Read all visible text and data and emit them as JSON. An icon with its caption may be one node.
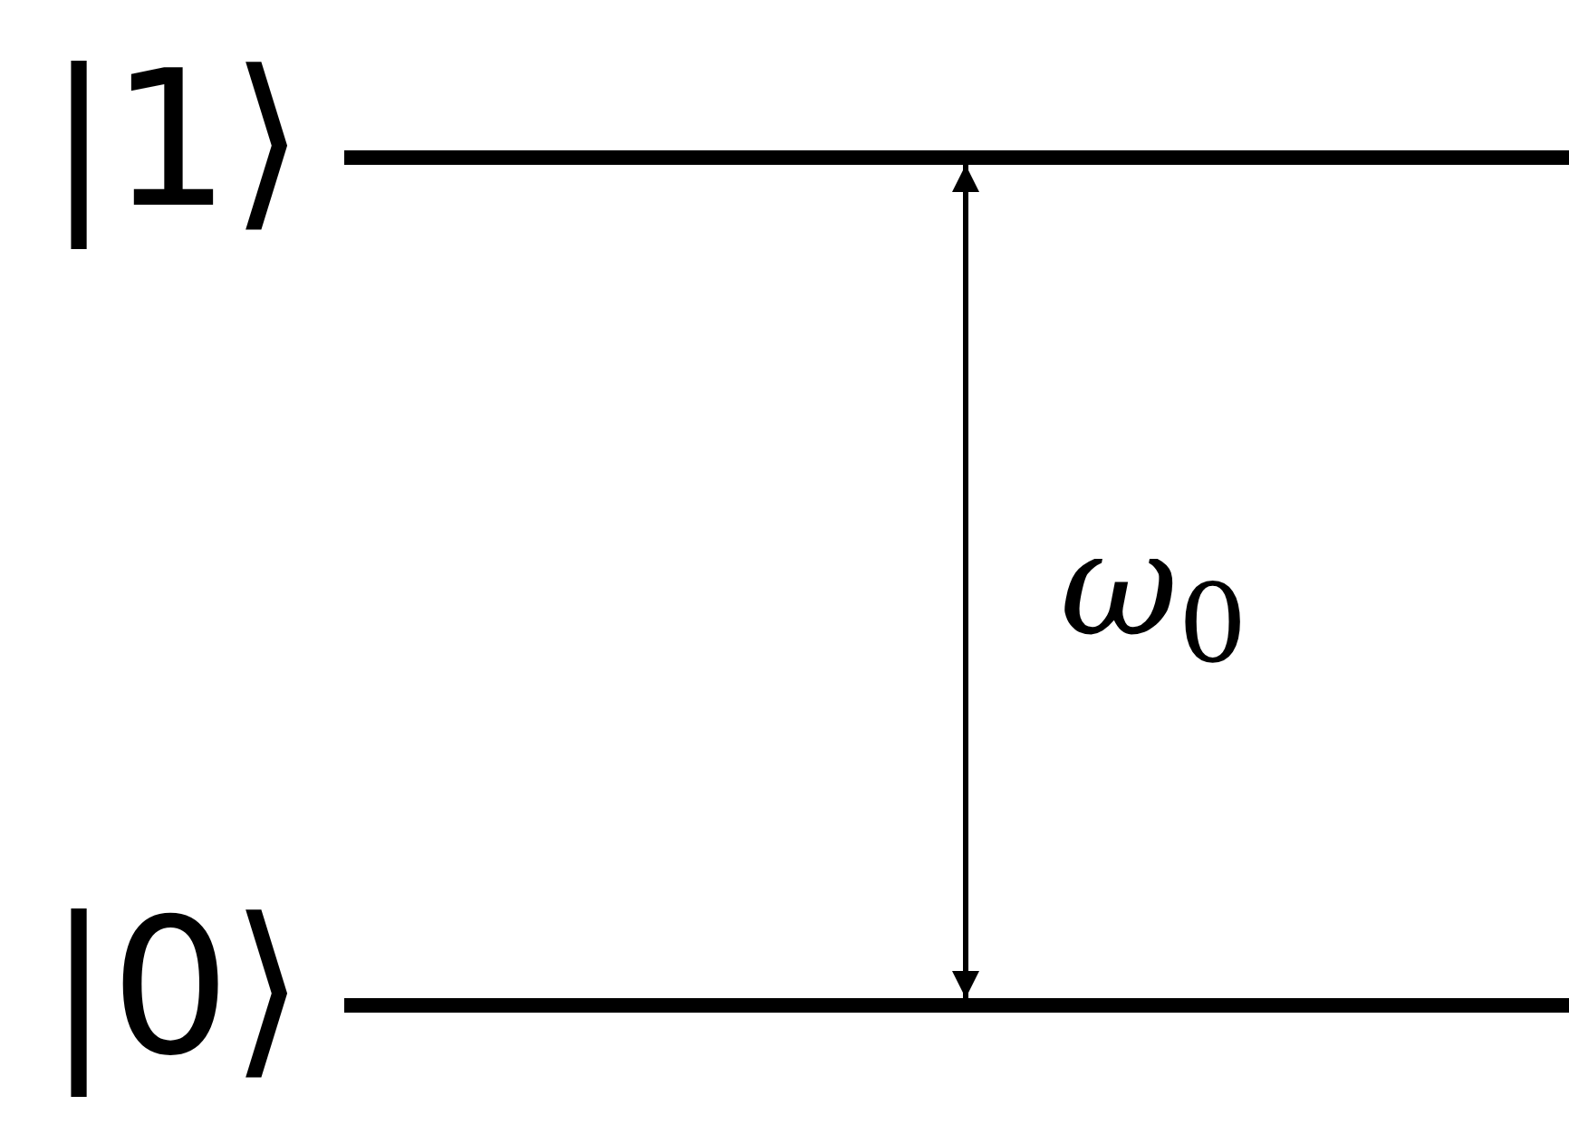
{
  "diagram": {
    "nodes": [
      {
        "text": [
          "|1⟩"
        ]
      },
      {
        "text": [
          "|0⟩"
        ]
      }
    ],
    "edges": [
      {
        "from": 0,
        "to": 1,
        "arrow": "both",
        "label": "*ω*$_{0}$"
      }
    ]
  }
}
